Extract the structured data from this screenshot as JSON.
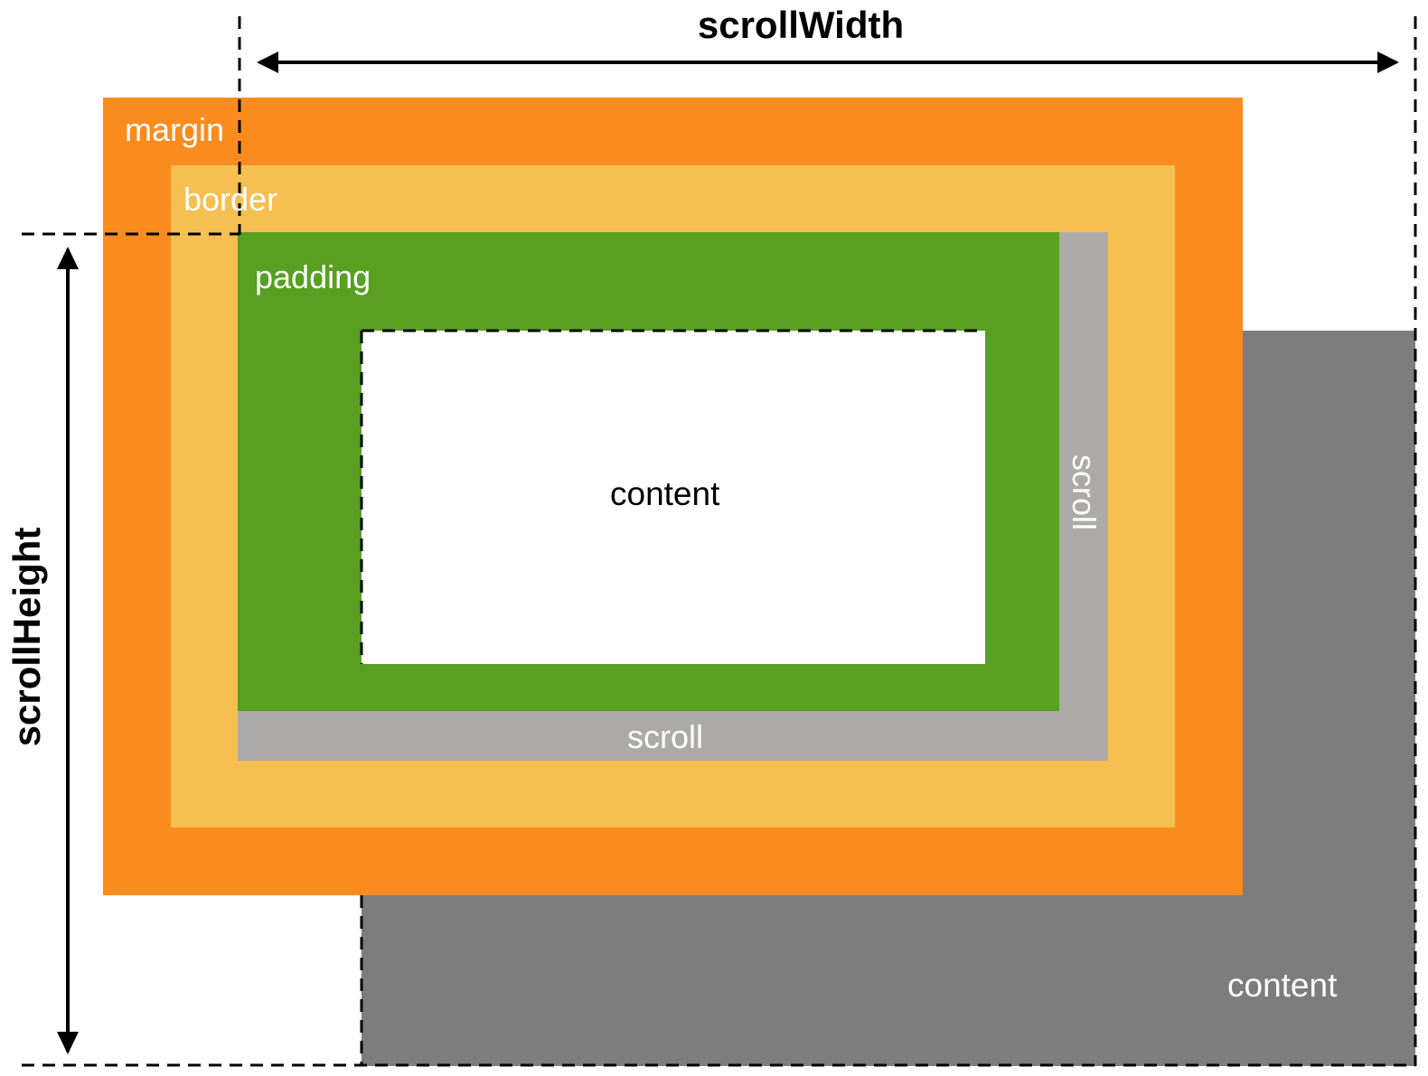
{
  "labels": {
    "margin": "margin",
    "border": "border",
    "padding": "padding",
    "content_inner": "content",
    "scroll_vertical": "scroll",
    "scroll_horizontal": "scroll",
    "content_overflow": "content",
    "scroll_width": "scrollWidth",
    "scroll_height": "scrollHeight"
  },
  "colors": {
    "margin": "#fa8c1f",
    "border": "#f6bf52",
    "padding": "#589f22",
    "scrollbar": "#abaaa9",
    "overflow_content": "#7e7d7d",
    "content": "#ffffff",
    "guides": "#000000"
  }
}
